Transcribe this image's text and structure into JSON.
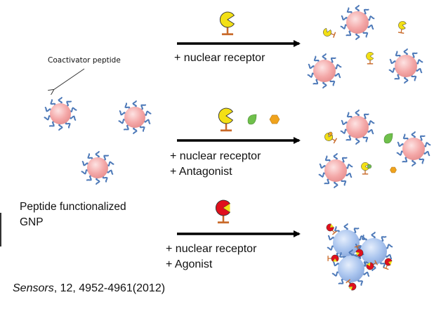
{
  "labels": {
    "coactivator": "Coactivator peptide",
    "gnp_line1": "Peptide functionalized",
    "gnp_line2": "GNP",
    "cond1": "+ nuclear receptor",
    "cond2_line1": "+ nuclear receptor",
    "cond2_line2": "+ Antagonist",
    "cond3_line1": "+ nuclear receptor",
    "cond3_line2": "+ Agonist"
  },
  "citation": {
    "journal": "Sensors",
    "rest": ", 12, 4952-4961(2012)"
  },
  "colors": {
    "gnp_pink": "#f4a8a8",
    "gnp_blue": "#a9c4ee",
    "peptide_blue": "#4d79b8",
    "receptor_yellow": "#f3e015",
    "agonist_red": "#e0101c",
    "antagonist_green": "#6fc04b",
    "antagonist_orange": "#f0a31c",
    "stem_orange": "#c96a2a",
    "arrow": "#000000"
  }
}
